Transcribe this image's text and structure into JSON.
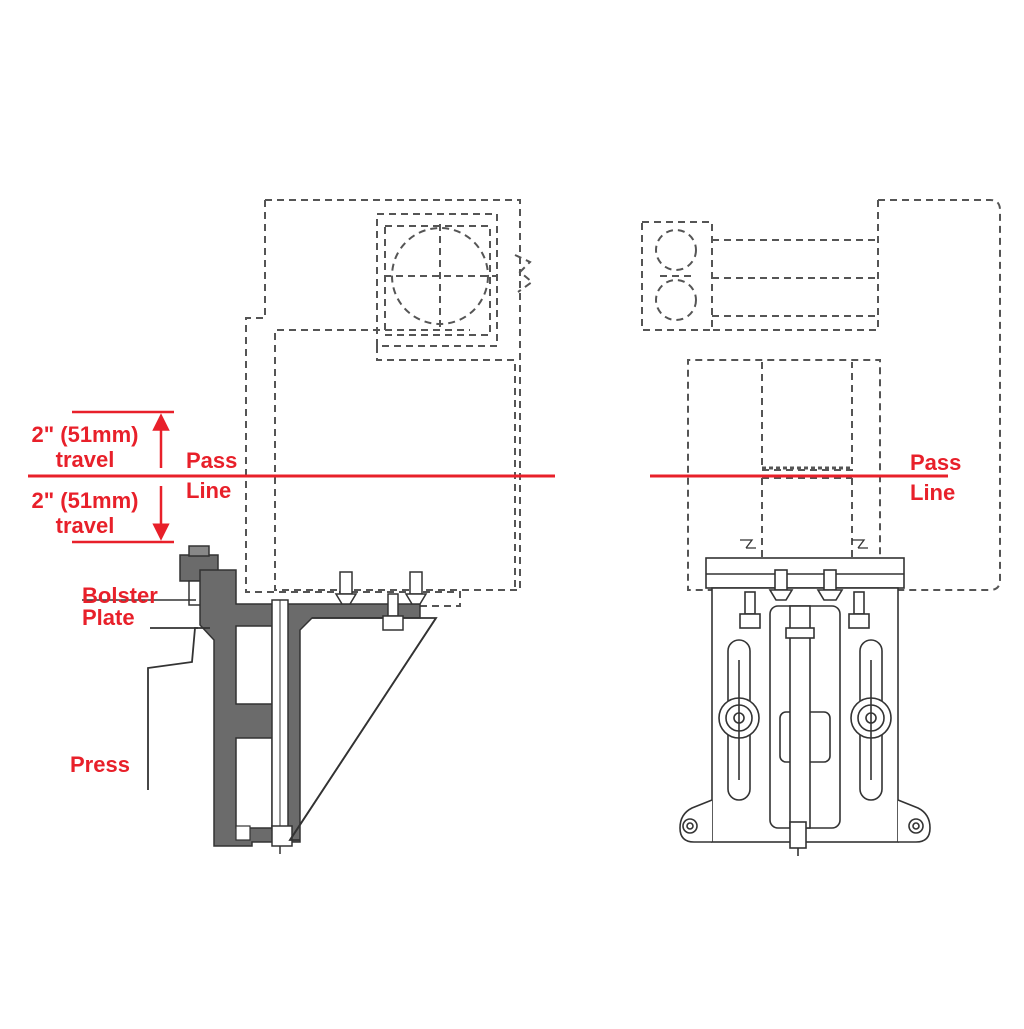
{
  "labels": {
    "travel_up_line1": "2\" (51mm)",
    "travel_up_line2": "travel",
    "travel_down_line1": "2\" (51mm)",
    "travel_down_line2": "travel",
    "pass_left_line1": "Pass",
    "pass_left_line2": "Line",
    "pass_right_line1": "Pass",
    "pass_right_line2": "Line",
    "bolster_line1": "Bolster",
    "bolster_line2": "Plate",
    "press": "Press"
  },
  "colors": {
    "annotation": "#e8202a",
    "drawing_line": "#4a4a4a",
    "solid_part": "#6b6b6b"
  }
}
